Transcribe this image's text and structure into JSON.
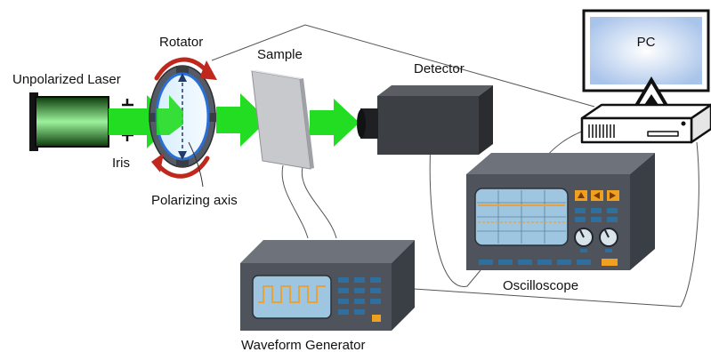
{
  "labels": {
    "laser": "Unpolarized Laser",
    "rotator": "Rotator",
    "iris": "Iris",
    "polarizing_axis": "Polarizing axis",
    "sample": "Sample",
    "detector": "Detector",
    "pc": "PC",
    "oscilloscope": "Oscilloscope",
    "waveform_generator": "Waveform Generator"
  },
  "colors": {
    "beam": "#22dd22",
    "rotation_arrow": "#c0281e",
    "polarizer_ring": "#2a6fd6",
    "monitor_screen": "#bcd2ee",
    "instrument_body": "#4a4f57",
    "scope_screen": "#9fc6e0",
    "trace": "#e8a23a",
    "panel_button": "#2e6f9e",
    "highlight_button": "#f0a020"
  }
}
